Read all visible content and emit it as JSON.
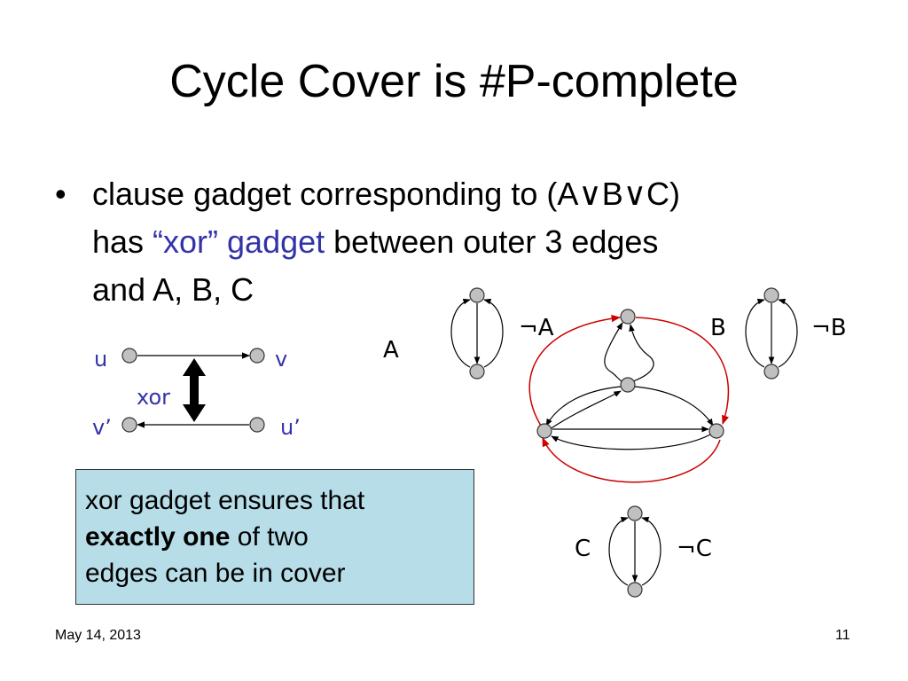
{
  "slide": {
    "title": "Cycle Cover is #P-complete",
    "bullet": {
      "symbol": "•",
      "line1_text": "clause gadget corresponding to  (A∨B∨C)",
      "line2_pre": "has ",
      "line2_highlight": "“xor” gadget",
      "line2_post": " between outer 3 edges",
      "line3_text": "and A, B, C"
    },
    "infobox": {
      "line1": "xor gadget ensures that",
      "bold": "exactly one",
      "line2_rest": " of two",
      "line3": "edges can be in cover",
      "background": "#b7dde8"
    },
    "footer": {
      "date": "May 14, 2013",
      "page": "11"
    }
  },
  "xor_diagram": {
    "u": "u",
    "v": "v",
    "v_prime": "v’",
    "u_prime": "u’",
    "xor": "xor",
    "label_color": "#3333aa"
  },
  "clause_gadget": {
    "A": "A",
    "notA": "¬A",
    "B": "B",
    "notB": "¬B",
    "C": "C",
    "notC": "¬C",
    "left_A": "A",
    "node_color": "#c0c0c0",
    "red_edge_color": "#cc0000"
  }
}
